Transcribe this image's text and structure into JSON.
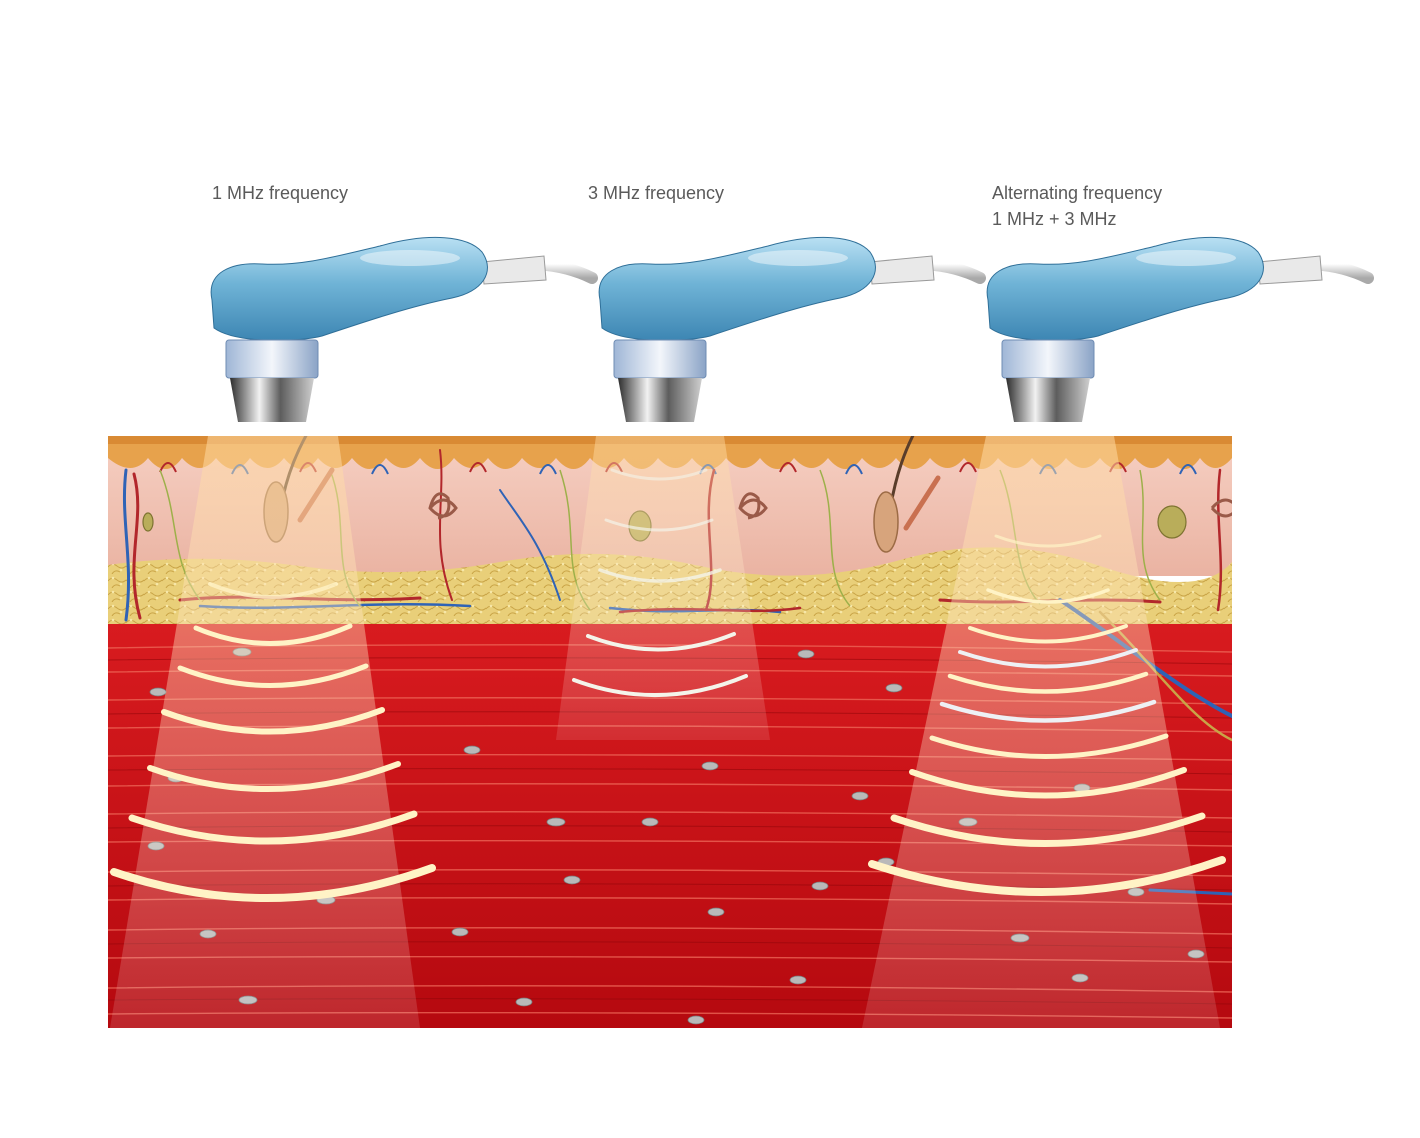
{
  "labels": {
    "probe_1": "1 MHz frequency",
    "probe_2": "3 MHz frequency",
    "probe_3_line1": "Alternating frequency",
    "probe_3_line2": "1 MHz + 3 MHz"
  },
  "colors": {
    "probe_blue": "#6fb3d6",
    "muscle_red": "#c8141a",
    "skin_pink": "#f2c2b4",
    "epidermis_orange": "#e7a24c",
    "fat_yellow": "#e8cf7a",
    "wave_cream": "#fff3c6",
    "label_gray": "#5a5a5a"
  }
}
